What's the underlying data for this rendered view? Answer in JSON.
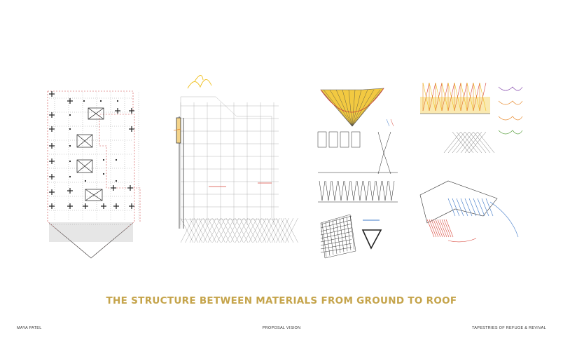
{
  "poster": {
    "title": "THE STRUCTURE BETWEEN MATERIALS FROM GROUND TO ROOF",
    "author": "MAYA PATEL",
    "section": "PROPOSAL VISION",
    "project": "TAPESTRIES OF REFUGE & REVIVAL"
  },
  "colors": {
    "title": "#c5a44b",
    "ink": "#222222",
    "red": "#d8453a",
    "orange": "#e8892b",
    "yellow": "#f0c020",
    "blue": "#3e78c8",
    "green": "#5aa040",
    "purple": "#8a4fb0"
  }
}
